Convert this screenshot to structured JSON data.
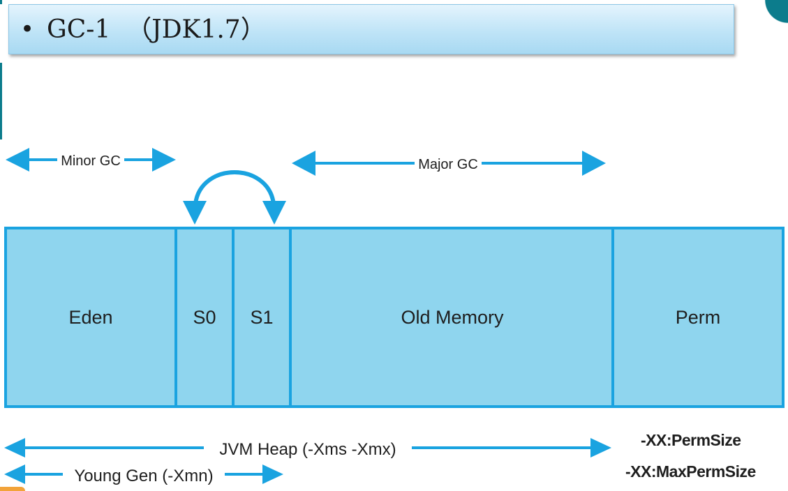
{
  "title": {
    "bullet": "•",
    "text": "GC-1  （JDK1.7）"
  },
  "regions": {
    "eden": "Eden",
    "s0": "S0",
    "s1": "S1",
    "old": "Old Memory",
    "perm": "Perm"
  },
  "arrows": {
    "minor_gc": "Minor GC",
    "major_gc": "Major GC",
    "jvm_heap": "JVM Heap (-Xms -Xmx)",
    "young_gen": "Young Gen (-Xmn)"
  },
  "perm_options": {
    "perm_size": "-XX:PermSize",
    "max_perm_size": "-XX:MaxPermSize"
  },
  "colors": {
    "arrow": "#1aa3e0",
    "region_fill": "#8fd5ee",
    "region_border": "#1aa3e0",
    "title_fill": "#bfe4f7"
  }
}
